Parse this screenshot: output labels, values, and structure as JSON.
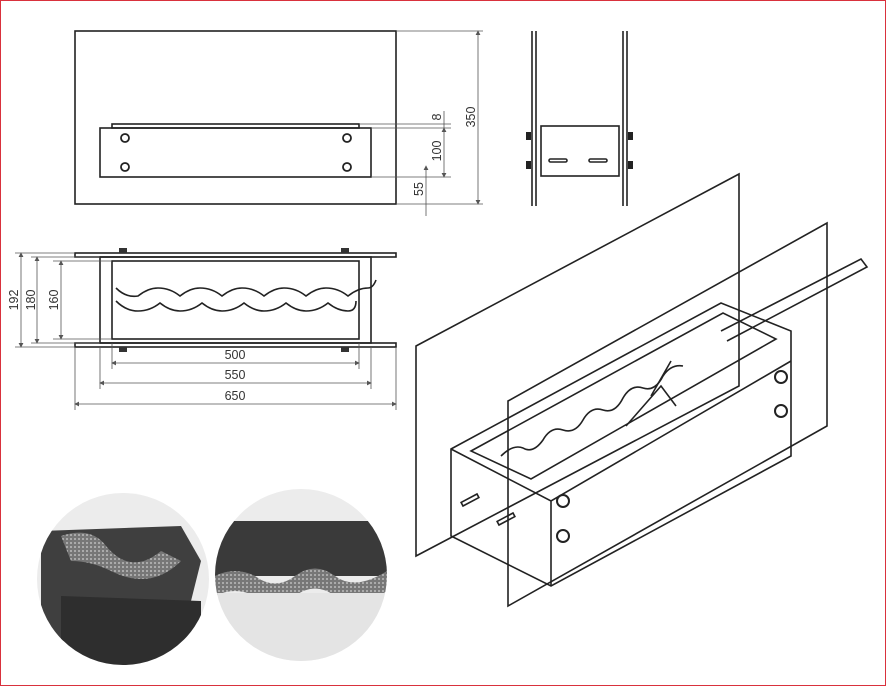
{
  "front_view": {
    "dims": {
      "height": "350",
      "lip": "8",
      "box_height": "100",
      "bottom_offset": "55"
    }
  },
  "top_view": {
    "dims": {
      "depth_total": "192",
      "depth_box": "180",
      "depth_inner": "160",
      "width_inner": "500",
      "width_box": "550",
      "width_total": "650"
    }
  },
  "colors": {
    "border": "#d9313d",
    "line": "#222222",
    "detail_fill": "#8a8a8a"
  }
}
